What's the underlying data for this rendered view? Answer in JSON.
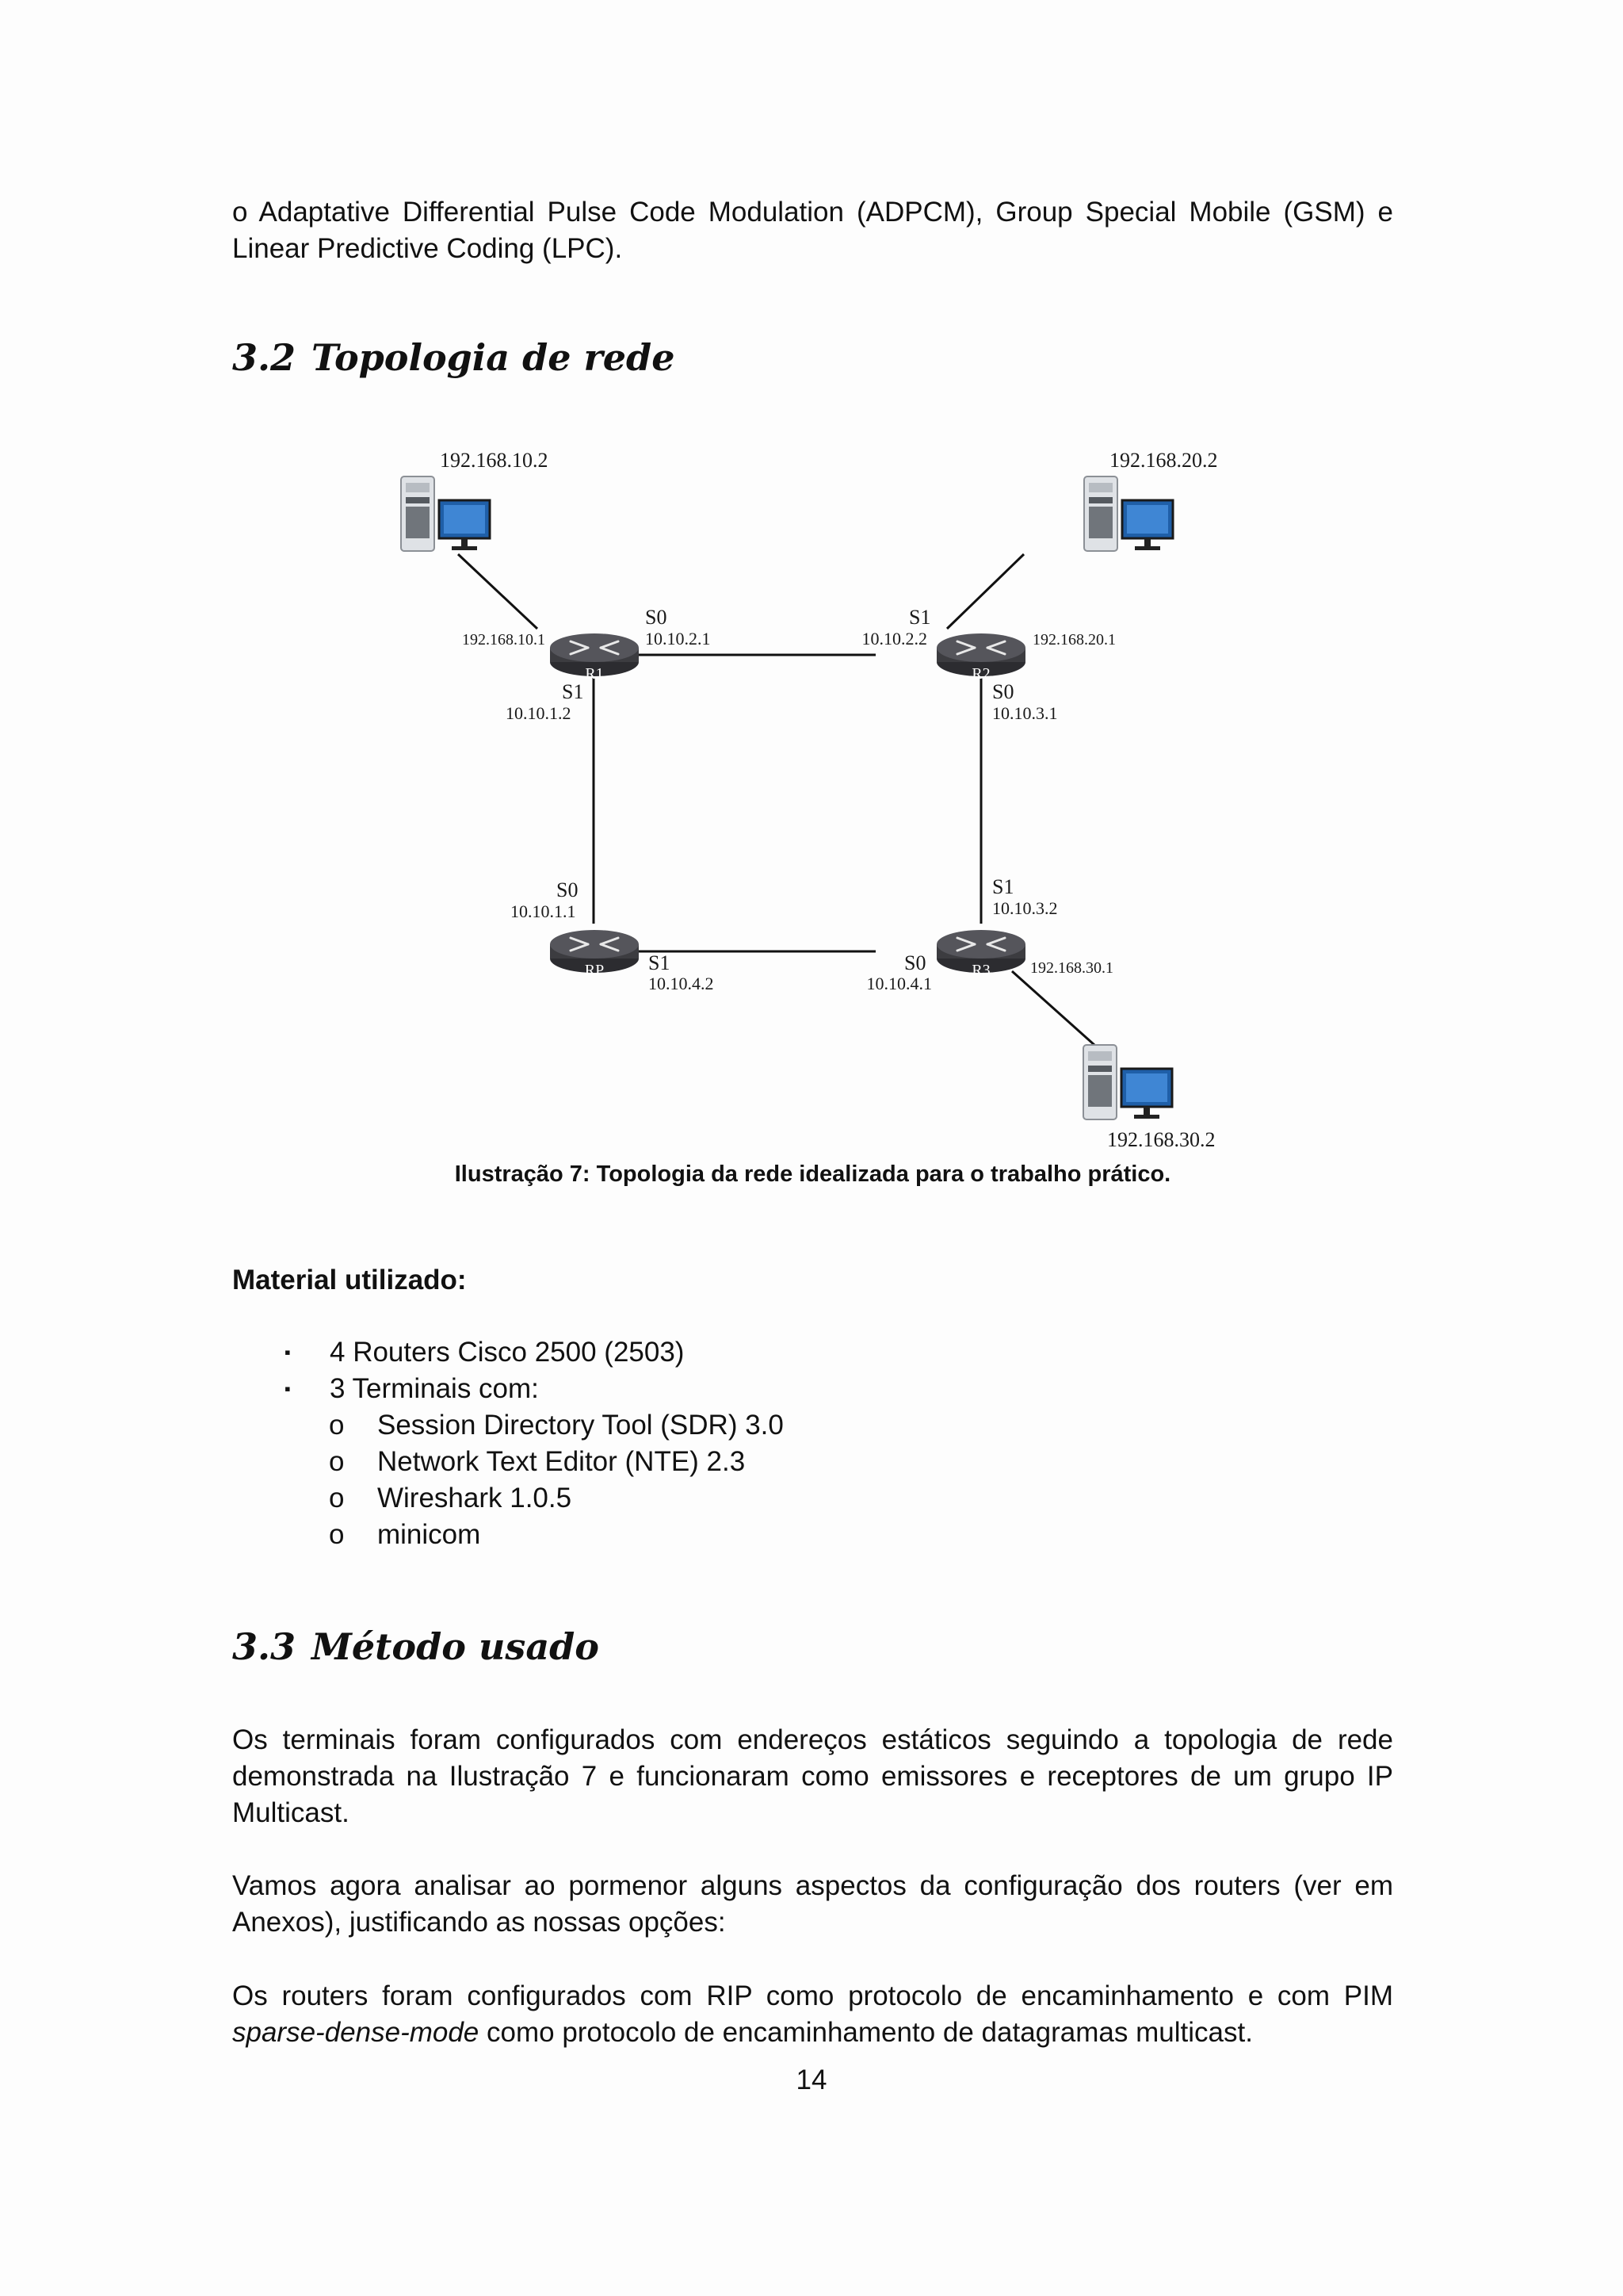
{
  "intro_paragraph": "o Adaptative Differential Pulse Code Modulation (ADPCM), Group Special Mobile (GSM) e Linear Predictive Coding (LPC).",
  "section_topology": {
    "number": "3.2",
    "title": "Topologia de rede"
  },
  "diagram": {
    "hosts": {
      "h1": "192.168.10.2",
      "h2": "192.168.20.2",
      "h3": "192.168.30.2"
    },
    "routers": {
      "r1": "R1",
      "r2": "R2",
      "rp": "RP",
      "r3": "R3"
    },
    "interfaces": {
      "r1_lan": "192.168.10.1",
      "r1_s0_name": "S0",
      "r1_s0_ip": "10.10.2.1",
      "r1_s1_name": "S1",
      "r1_s1_ip": "10.10.1.2",
      "r2_s1_name": "S1",
      "r2_s1_ip": "10.10.2.2",
      "r2_lan": "192.168.20.1",
      "r2_s0_name": "S0",
      "r2_s0_ip": "10.10.3.1",
      "rp_s0_name": "S0",
      "rp_s0_ip": "10.10.1.1",
      "rp_s1_name": "S1",
      "rp_s1_ip": "10.10.4.2",
      "r3_s1_name": "S1",
      "r3_s1_ip": "10.10.3.2",
      "r3_s0_name": "S0",
      "r3_s0_ip": "10.10.4.1",
      "r3_lan": "192.168.30.1"
    },
    "icons": {
      "host": "server-workstation-icon",
      "router": "router-icon"
    },
    "colors": {
      "router_body": "#3c3c40",
      "monitor_screen": "#1f5fa8",
      "link": "#111111"
    }
  },
  "caption": "Ilustração 7: Topologia da rede idealizada para o trabalho prático.",
  "material_heading": "Material utilizado:",
  "material_list": {
    "items": [
      "4 Routers Cisco 2500 (2503)",
      "3 Terminais com:"
    ],
    "terminal_software": [
      "Session Directory Tool (SDR) 3.0",
      "Network Text Editor (NTE) 2.3",
      "Wireshark 1.0.5",
      "minicom"
    ],
    "bullet_marker": "▪",
    "sub_marker": "o"
  },
  "section_method": {
    "number": "3.3",
    "title": "Método usado"
  },
  "method_paragraph_1": "Os terminais foram configurados com endereços estáticos seguindo a topologia de rede demonstrada na Ilustração 7 e funcionaram como emissores e receptores de um grupo IP Multicast.",
  "method_paragraph_2": "Vamos agora analisar ao pormenor alguns aspectos da configuração dos routers (ver em Anexos), justificando as nossas opções:",
  "method_paragraph_3": {
    "start": "Os routers foram configurados com RIP como protocolo de encaminhamento e com PIM ",
    "italic": "sparse-dense-mode",
    "end": " como protocolo de encaminhamento de datagramas multicast."
  },
  "page_number": "14"
}
